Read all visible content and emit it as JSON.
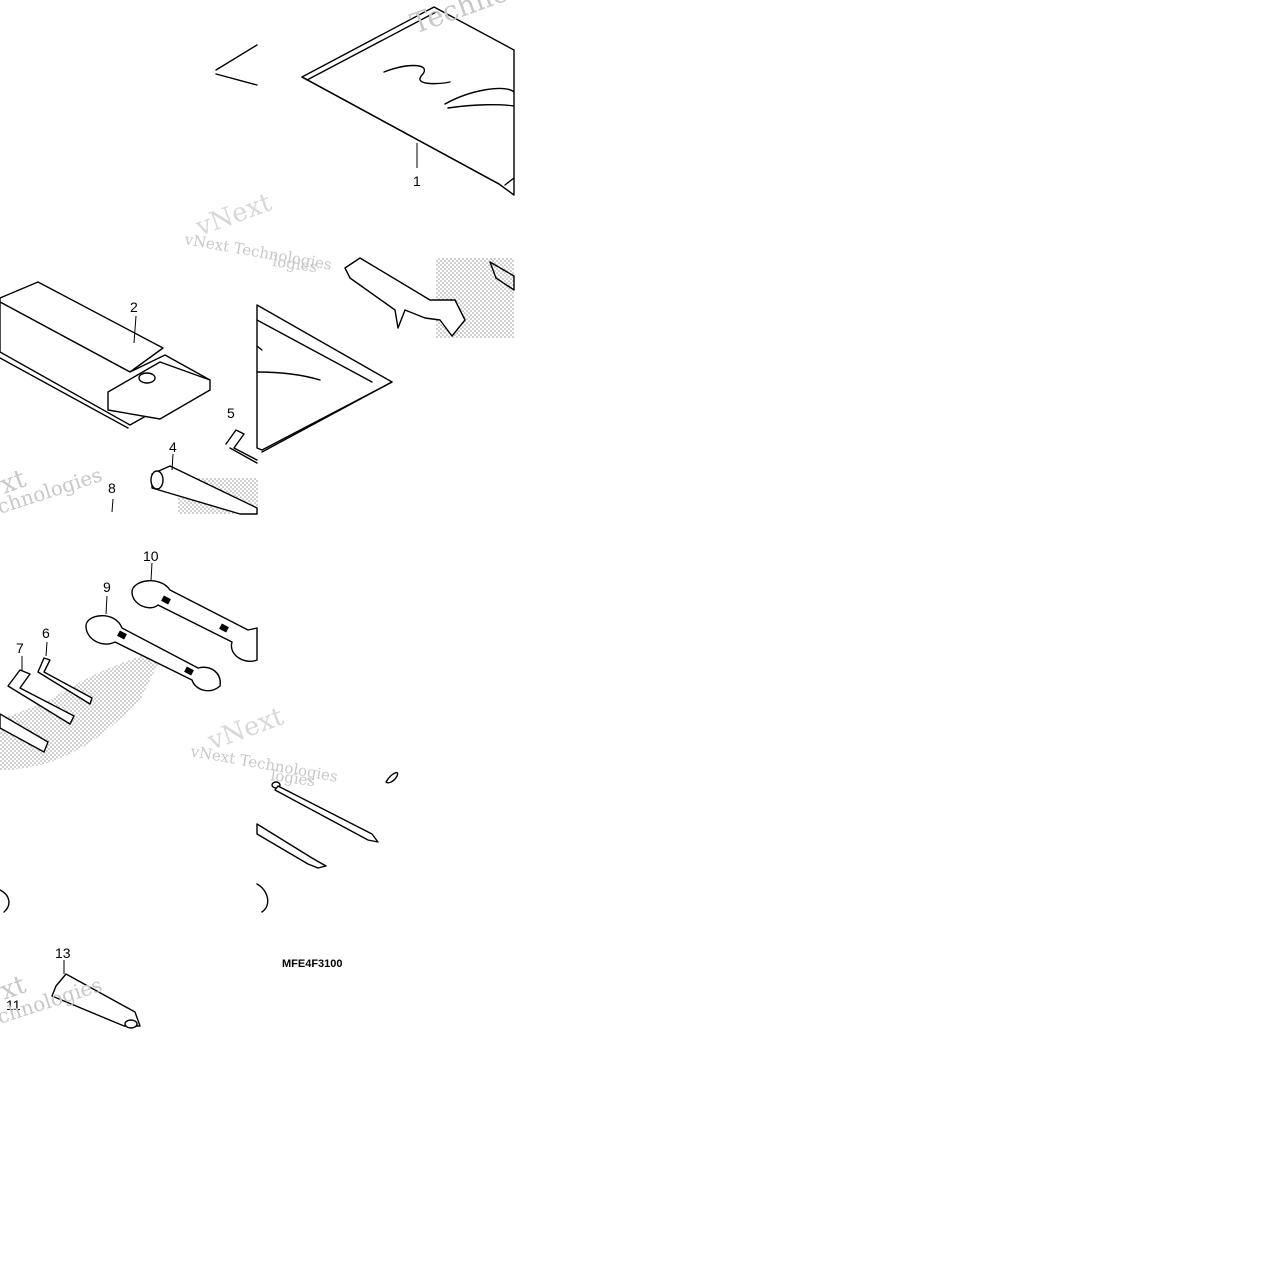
{
  "callouts": [
    "1",
    "2",
    "4",
    "5",
    "6",
    "7",
    "8",
    "9",
    "10",
    "11",
    "13"
  ],
  "part_code": "MFE4F3100",
  "watermark": {
    "line1": "vNext",
    "line2": "vNext Technologies",
    "fragment_a": "Techno",
    "fragment_b": "xt",
    "fragment_c": "chnologies",
    "fragment_d": "logies"
  }
}
